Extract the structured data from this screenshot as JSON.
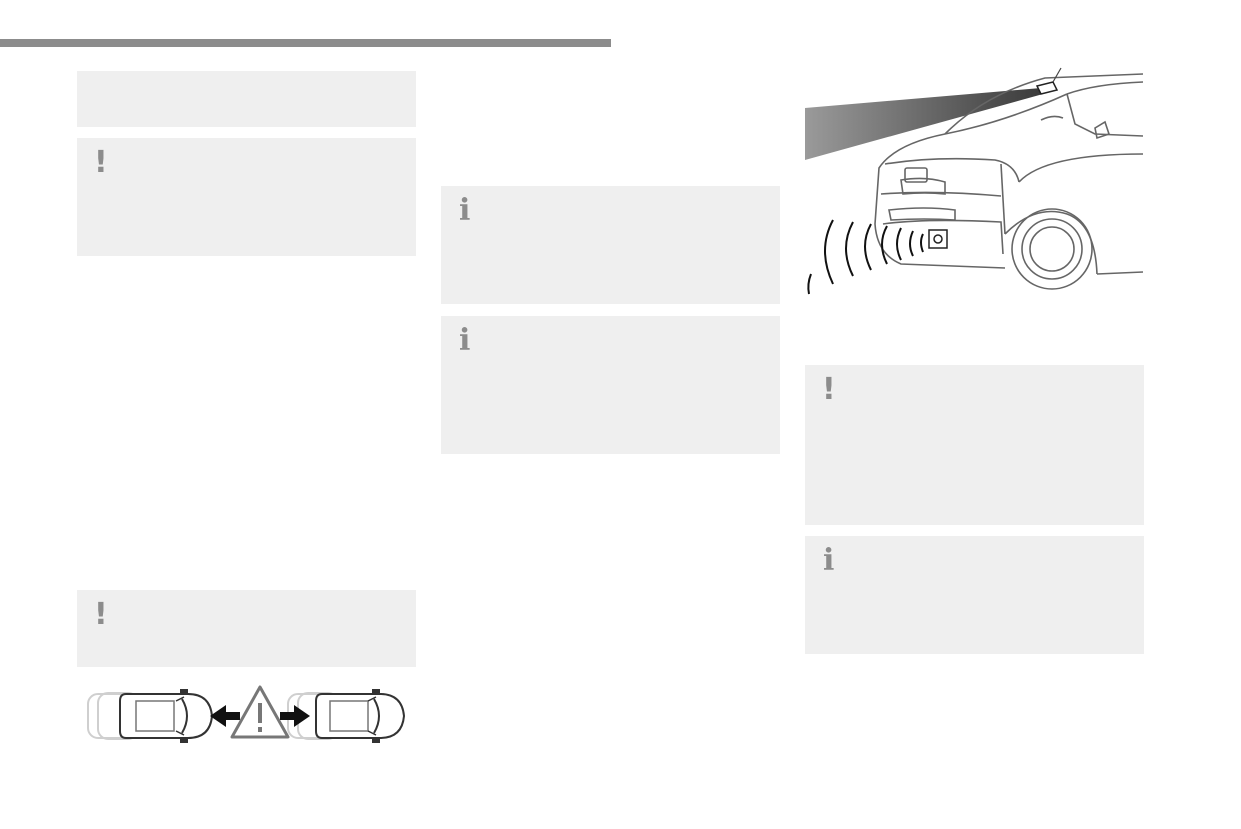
{
  "header_bar": {
    "color": "#8c8c8c"
  },
  "box_color": "#efefef",
  "notices": [
    {
      "id": "col1-box1",
      "type": "blank"
    },
    {
      "id": "col1-box2",
      "type": "warning",
      "icon": "!"
    },
    {
      "id": "col1-box3",
      "type": "warning",
      "icon": "!"
    },
    {
      "id": "col2-box1",
      "type": "info",
      "icon": "i"
    },
    {
      "id": "col2-box2",
      "type": "info",
      "icon": "i"
    },
    {
      "id": "col3-box1",
      "type": "warning",
      "icon": "!"
    },
    {
      "id": "col3-box2",
      "type": "info",
      "icon": "i"
    }
  ],
  "figures": {
    "distance_warning": {
      "icon": "warning-triangle-icon",
      "subject": "two-cars-top-view"
    },
    "front_sensors": {
      "icon": "camera-radar-icon",
      "subject": "van-front-camera-radar"
    }
  }
}
